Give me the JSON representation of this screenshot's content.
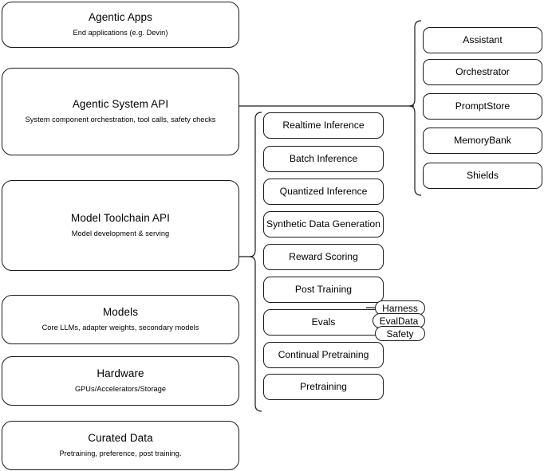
{
  "diagram": {
    "title": "AI Stack Layers Architecture Diagram",
    "stroke_color": "#1a1a1a",
    "background_color": "#ffffff",
    "layers": [
      {
        "title": "Agentic Apps",
        "sub": "End applications (e.g. Devin)"
      },
      {
        "title": "Agentic System API",
        "sub": "System component orchestration, tool calls, safety checks"
      },
      {
        "title": "Model Toolchain API",
        "sub": "Model development & serving"
      },
      {
        "title": "Models",
        "sub": "Core LLMs, adapter weights, secondary models"
      },
      {
        "title": "Hardware",
        "sub": "GPUs/Accelerators/Storage"
      },
      {
        "title": "Curated Data",
        "sub": "Pretraining, preference, post training."
      }
    ],
    "toolchain_items": [
      {
        "label": "Realtime Inference"
      },
      {
        "label": "Batch Inference"
      },
      {
        "label": "Quantized Inference"
      },
      {
        "label": "Synthetic Data Generation"
      },
      {
        "label": "Reward Scoring"
      },
      {
        "label": "Post Training"
      },
      {
        "label": "Evals"
      },
      {
        "label": "Continual Pretraining"
      },
      {
        "label": "Pretraining"
      }
    ],
    "eval_subitems": [
      {
        "label": "Harness"
      },
      {
        "label": "EvalData"
      },
      {
        "label": "Safety"
      }
    ],
    "system_items": [
      {
        "label": "Assistant"
      },
      {
        "label": "Orchestrator"
      },
      {
        "label": "PromptStore"
      },
      {
        "label": "MemoryBank"
      },
      {
        "label": "Shields"
      }
    ]
  }
}
